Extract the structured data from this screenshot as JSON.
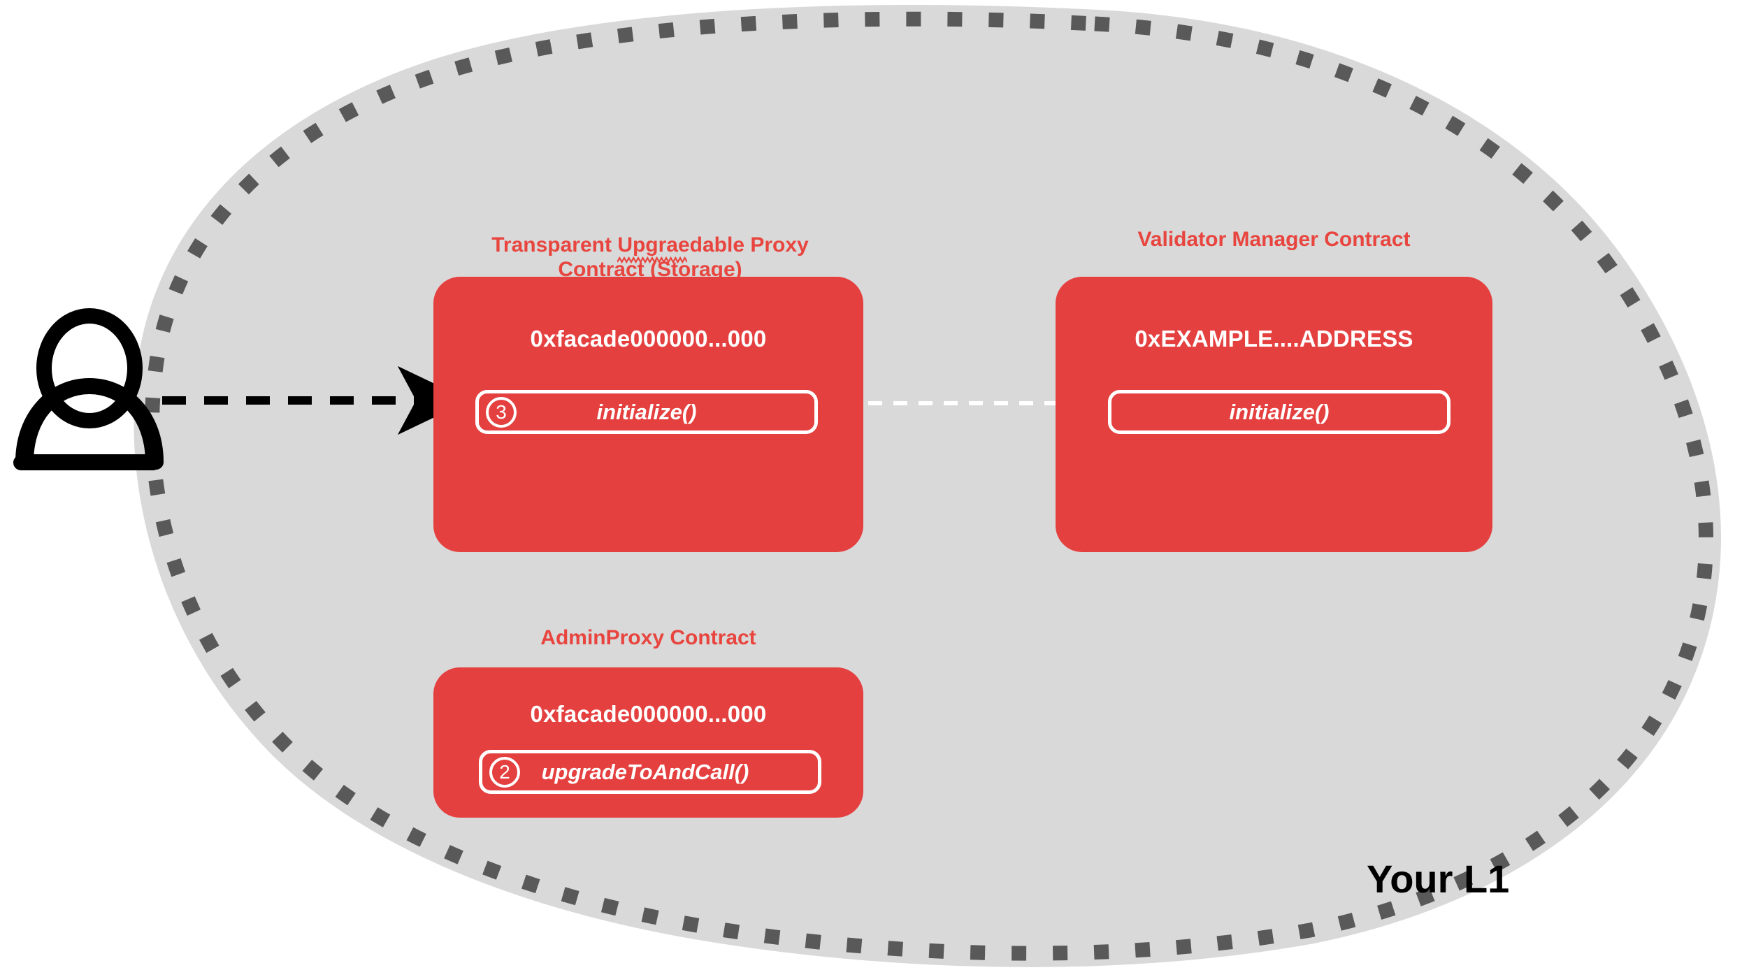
{
  "diagram": {
    "region_label": "Your L1",
    "region_fill": "#D9D9D9",
    "region_border_color": "#595959",
    "accent_red": "#E4403F",
    "title_red": "#E8453F",
    "actor": "user-actor"
  },
  "nodes": {
    "proxy": {
      "title_line1": "Transparent Upgraedable Proxy",
      "title_word_before": "Transparent ",
      "title_misspelled_word": "Upgraedable",
      "title_word_after": " Proxy",
      "title_line2": "Contract (Storage)",
      "address": "0xfacade000000...000",
      "function": "initialize()",
      "step": "3"
    },
    "validator_manager": {
      "title": "Validator Manager Contract",
      "address": "0xEXAMPLE....ADDRESS",
      "function": "initialize()"
    },
    "admin_proxy": {
      "title": "AdminProxy  Contract",
      "address": "0xfacade000000...000",
      "function": "upgradeToAndCall()",
      "step": "2"
    }
  },
  "edges": {
    "actor_to_proxy": {
      "style": "dashed",
      "color": "#000000"
    },
    "proxy_to_validator": {
      "style": "dashed",
      "color": "#FFFFFF"
    }
  }
}
